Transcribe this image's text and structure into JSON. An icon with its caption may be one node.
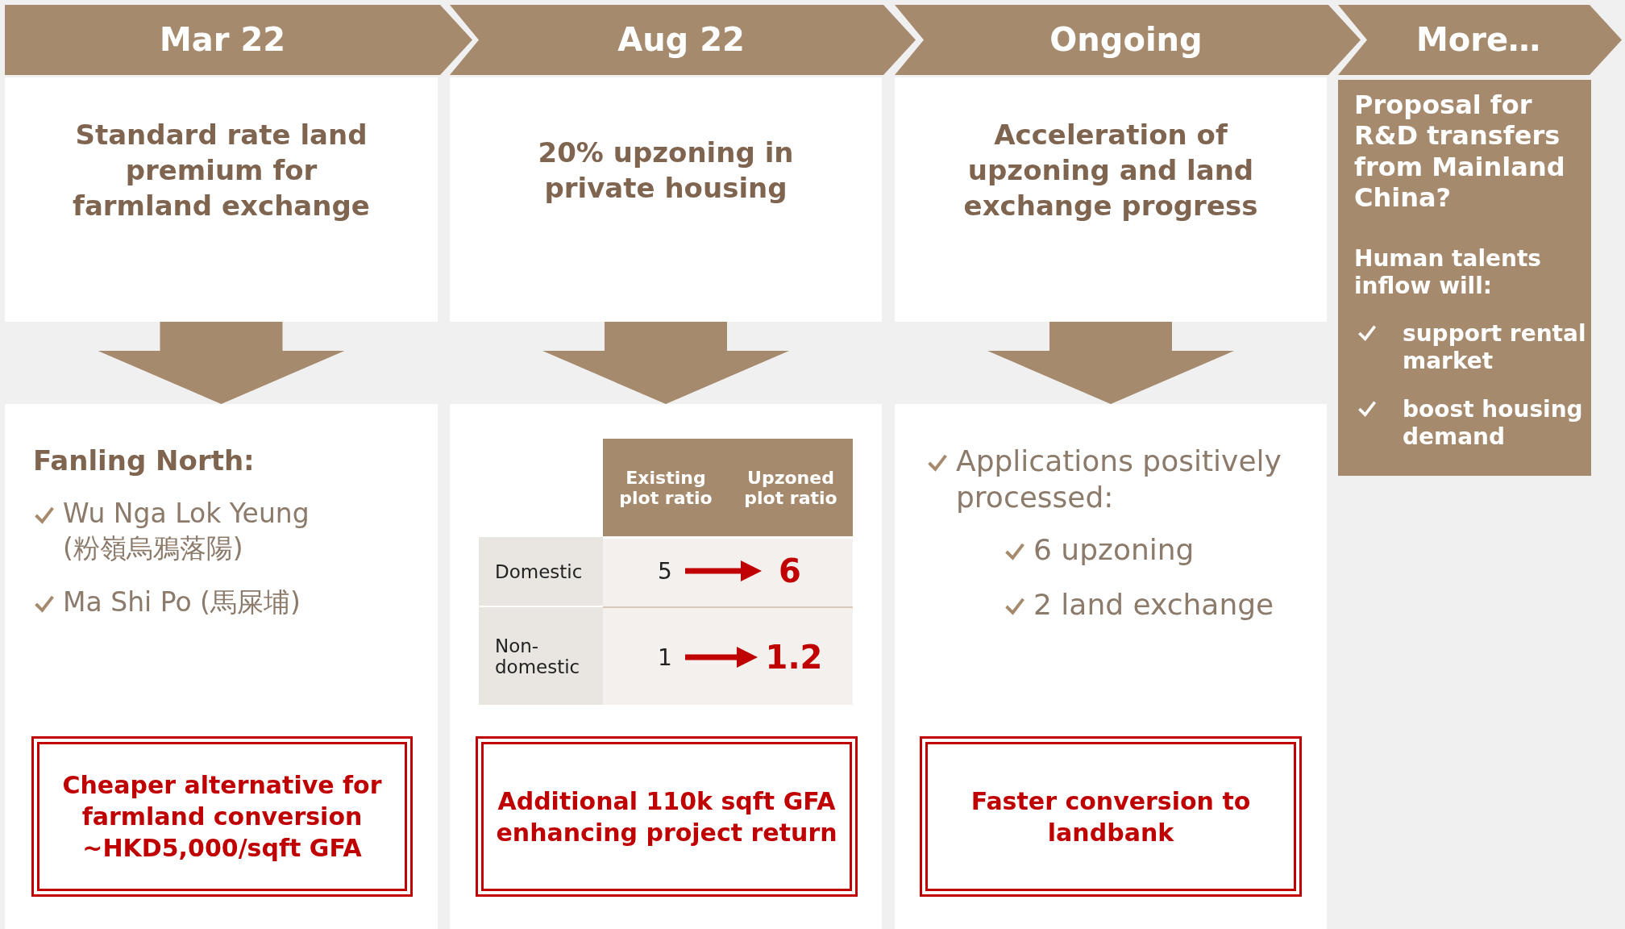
{
  "diagram": {
    "nodes": [
      {
        "text": [
          "Mar 22"
        ]
      },
      {
        "text": [
          "Aug 22"
        ]
      },
      {
        "text": [
          "Ongoing"
        ]
      },
      {
        "text": [
          "More…"
        ]
      },
      {
        "text": [
          "Standard rate land premium for farmland exchange"
        ]
      },
      {
        "text": [
          "Fanling North:",
          "Wu Nga Lok Yeung (粉嶺烏鴉落陽)",
          "Ma Shi Po (馬屎埔)"
        ]
      },
      {
        "text": [
          "Cheaper alternative for farmland conversion ~HKD5,000/sqft GFA"
        ],
        "in": 5
      },
      {
        "text": [
          "20% upzoning in private housing"
        ]
      },
      {
        "text": [],
        "shape": "box"
      },
      {
        "text": [
          "5"
        ],
        "in": 8
      },
      {
        "text": [
          "6"
        ],
        "in": 8
      },
      {
        "text": [
          "1"
        ],
        "in": 8
      },
      {
        "text": [
          "1.2"
        ],
        "in": 8
      },
      {
        "text": [
          "Additional 110k sqft GFA enhancing project return"
        ],
        "in": 8
      },
      {
        "text": [
          "Acceleration of upzoning and land exchange progress"
        ]
      },
      {
        "text": [
          "Applications positively processed:",
          "6 upzoning",
          "2 land exchange"
        ]
      },
      {
        "text": [
          "Faster conversion to landbank"
        ],
        "in": 15
      },
      {
        "text": [
          "Proposal for R&D transfers from Mainland China?",
          "Human talents inflow will:",
          "support rental market",
          "boost housing demand"
        ]
      }
    ],
    "edges": [
      {
        "from": 4,
        "to": 5,
        "arrow": "to"
      },
      {
        "from": 7,
        "to": 8,
        "arrow": "to"
      },
      {
        "from": 9,
        "to": 10,
        "arrow": "to",
        "color": "#c00000"
      },
      {
        "from": 11,
        "to": 12,
        "arrow": "to",
        "color": "#c00000"
      },
      {
        "from": 14,
        "to": 15,
        "arrow": "to"
      }
    ],
    "labels": [
      "Existing plot ratio",
      "Upzoned plot ratio",
      "Domestic",
      "Non-domestic"
    ]
  }
}
